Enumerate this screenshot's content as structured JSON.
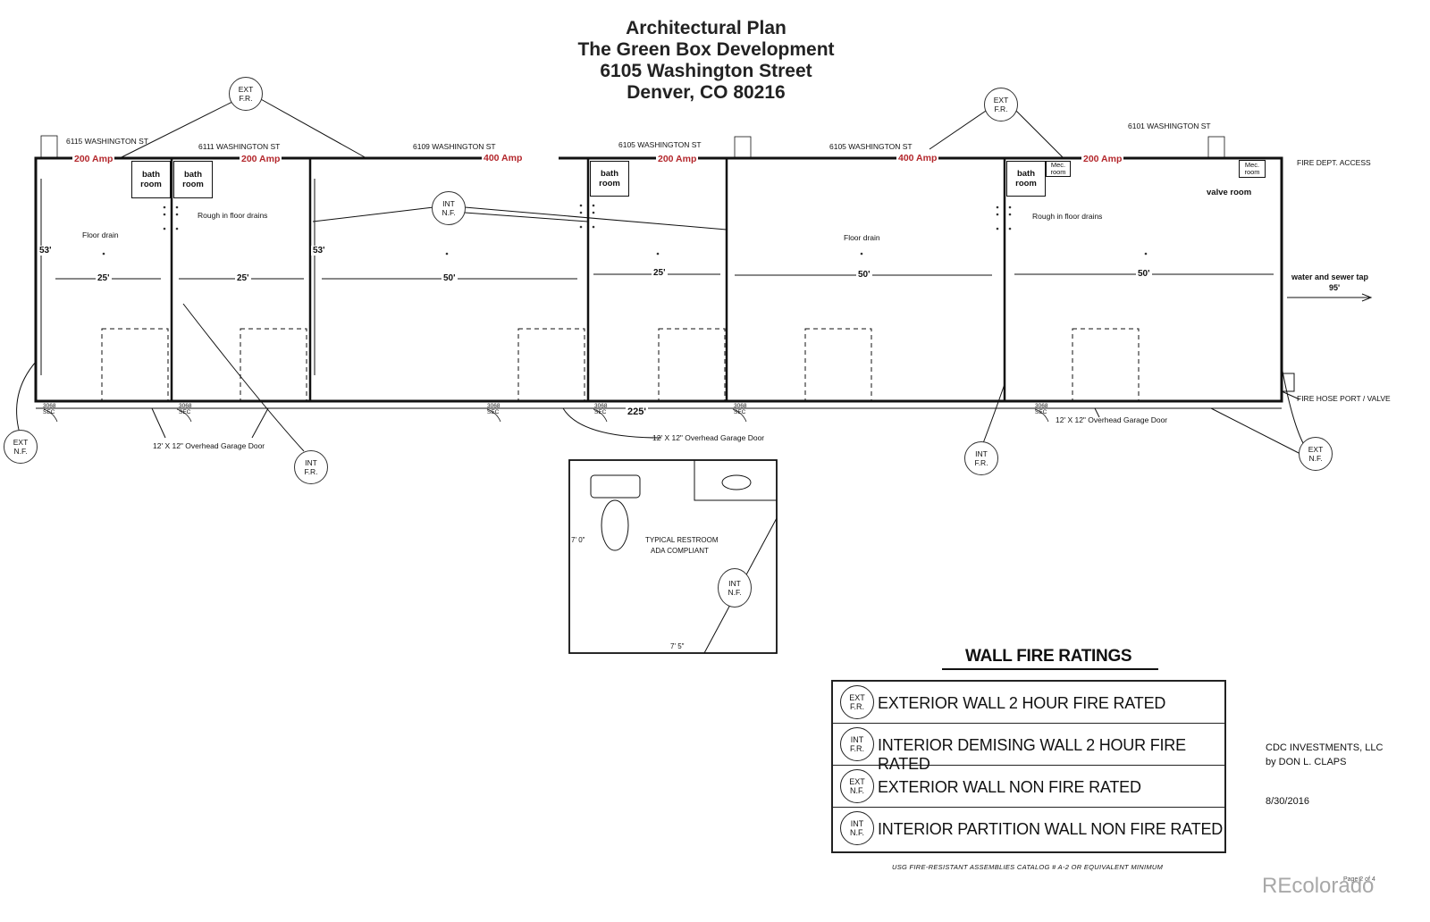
{
  "title": {
    "line1": "Architectural Plan",
    "line2": "The Green Box Development",
    "line3": "6105 Washington Street",
    "line4": "Denver, CO 80216"
  },
  "addresses": {
    "a6115": "6115 WASHINGTON ST",
    "a6111": "6111 WASHINGTON ST",
    "a6109": "6109 WASHINGTON ST",
    "a6105a": "6105 WASHINGTON ST",
    "a6105b": "6105 WASHINGTON ST",
    "a6101": "6101 WASHINGTON ST"
  },
  "amps": {
    "u1": "200 Amp",
    "u2": "200 Amp",
    "u3": "400 Amp",
    "u4": "200 Amp",
    "u5": "400 Amp",
    "u6": "200 Amp"
  },
  "rooms": {
    "bath1": [
      "bath",
      "room"
    ],
    "bath2": [
      "bath",
      "room"
    ],
    "bath3": [
      "bath",
      "room"
    ],
    "bath4": [
      "bath",
      "room"
    ],
    "mec1": [
      "Mec.",
      "room"
    ],
    "mec2": [
      "Mec.",
      "room"
    ]
  },
  "notes": {
    "floor_drain_1": "Floor drain",
    "floor_drain_2": "Floor drain",
    "rough_1": "Rough in floor drains",
    "rough_2": "Rough in floor drains",
    "valve_room": "valve room",
    "fire_access": "FIRE DEPT. ACCESS",
    "water_sewer": "water and sewer tap",
    "water_sewer_dist": "95'",
    "fire_hose": "FIRE HOSE PORT / VALVE",
    "garage_door_1": "12' X 12\" Overhead Garage Door",
    "garage_door_2": "12' X 12\" Overhead Garage Door",
    "garage_door_3": "12' X 12\" Overhead Garage Door",
    "restroom_1": "TYPICAL RESTROOM",
    "restroom_2": "ADA COMPLIANT",
    "restroom_h": "7' 0\"",
    "restroom_w": "7' 5\""
  },
  "dimensions": {
    "depth_1": "53'",
    "depth_2": "53'",
    "w1": "25'",
    "w2": "25'",
    "w3": "50'",
    "w4": "25'",
    "w5": "50'",
    "w6": "50'",
    "total": "225'"
  },
  "door_tags": {
    "top": [
      "3068",
      "SEC"
    ],
    "bottom": [
      "3068",
      "SEC"
    ]
  },
  "badges": {
    "ext_fr": [
      "EXT",
      "F.R."
    ],
    "int_fr": [
      "INT",
      "F.R."
    ],
    "ext_nf": [
      "EXT",
      "N.F."
    ],
    "int_nf": [
      "INT",
      "N.F."
    ]
  },
  "legend": {
    "heading": "WALL FIRE RATINGS",
    "rows": [
      {
        "badge": [
          "EXT",
          "F.R."
        ],
        "text": "EXTERIOR WALL  2 HOUR FIRE RATED"
      },
      {
        "badge": [
          "INT",
          "F.R."
        ],
        "text": "INTERIOR DEMISING WALL 2 HOUR FIRE RATED"
      },
      {
        "badge": [
          "EXT",
          "N.F."
        ],
        "text": "EXTERIOR WALL NON FIRE RATED"
      },
      {
        "badge": [
          "INT",
          "N.F."
        ],
        "text": "INTERIOR PARTITION WALL NON FIRE RATED"
      }
    ],
    "footer": "USG FIRE-RESISTANT ASSEMBLIES CATALOG # A-2 OR EQUIVALENT MINIMUM"
  },
  "company": {
    "name": "CDC INVESTMENTS, LLC",
    "by": "by DON L. CLAPS",
    "date": "8/30/2016"
  },
  "watermark": "REcolorado",
  "page": "Page 2 of 4"
}
